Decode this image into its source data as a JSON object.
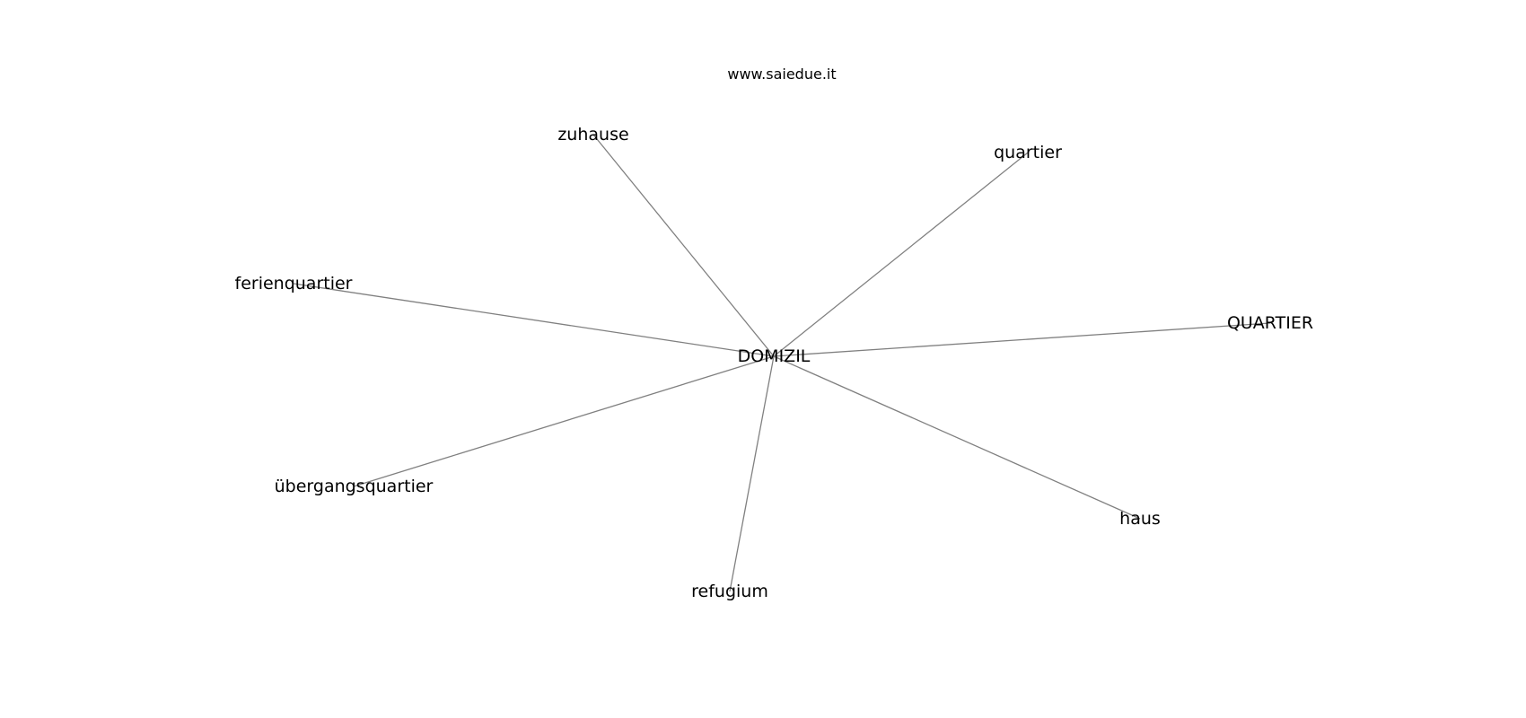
{
  "watermark": "www.saiedue.it",
  "graph": {
    "center": "DOMIZIL",
    "nodes": [
      "DOMIZIL",
      "zuhause",
      "quartier",
      "ferienquartier",
      "QUARTIER",
      "übergangsquartier",
      "haus",
      "refugium"
    ],
    "edges": [
      [
        "DOMIZIL",
        "zuhause"
      ],
      [
        "DOMIZIL",
        "quartier"
      ],
      [
        "DOMIZIL",
        "ferienquartier"
      ],
      [
        "DOMIZIL",
        "QUARTIER"
      ],
      [
        "DOMIZIL",
        "übergangsquartier"
      ],
      [
        "DOMIZIL",
        "haus"
      ],
      [
        "DOMIZIL",
        "refugium"
      ]
    ]
  }
}
